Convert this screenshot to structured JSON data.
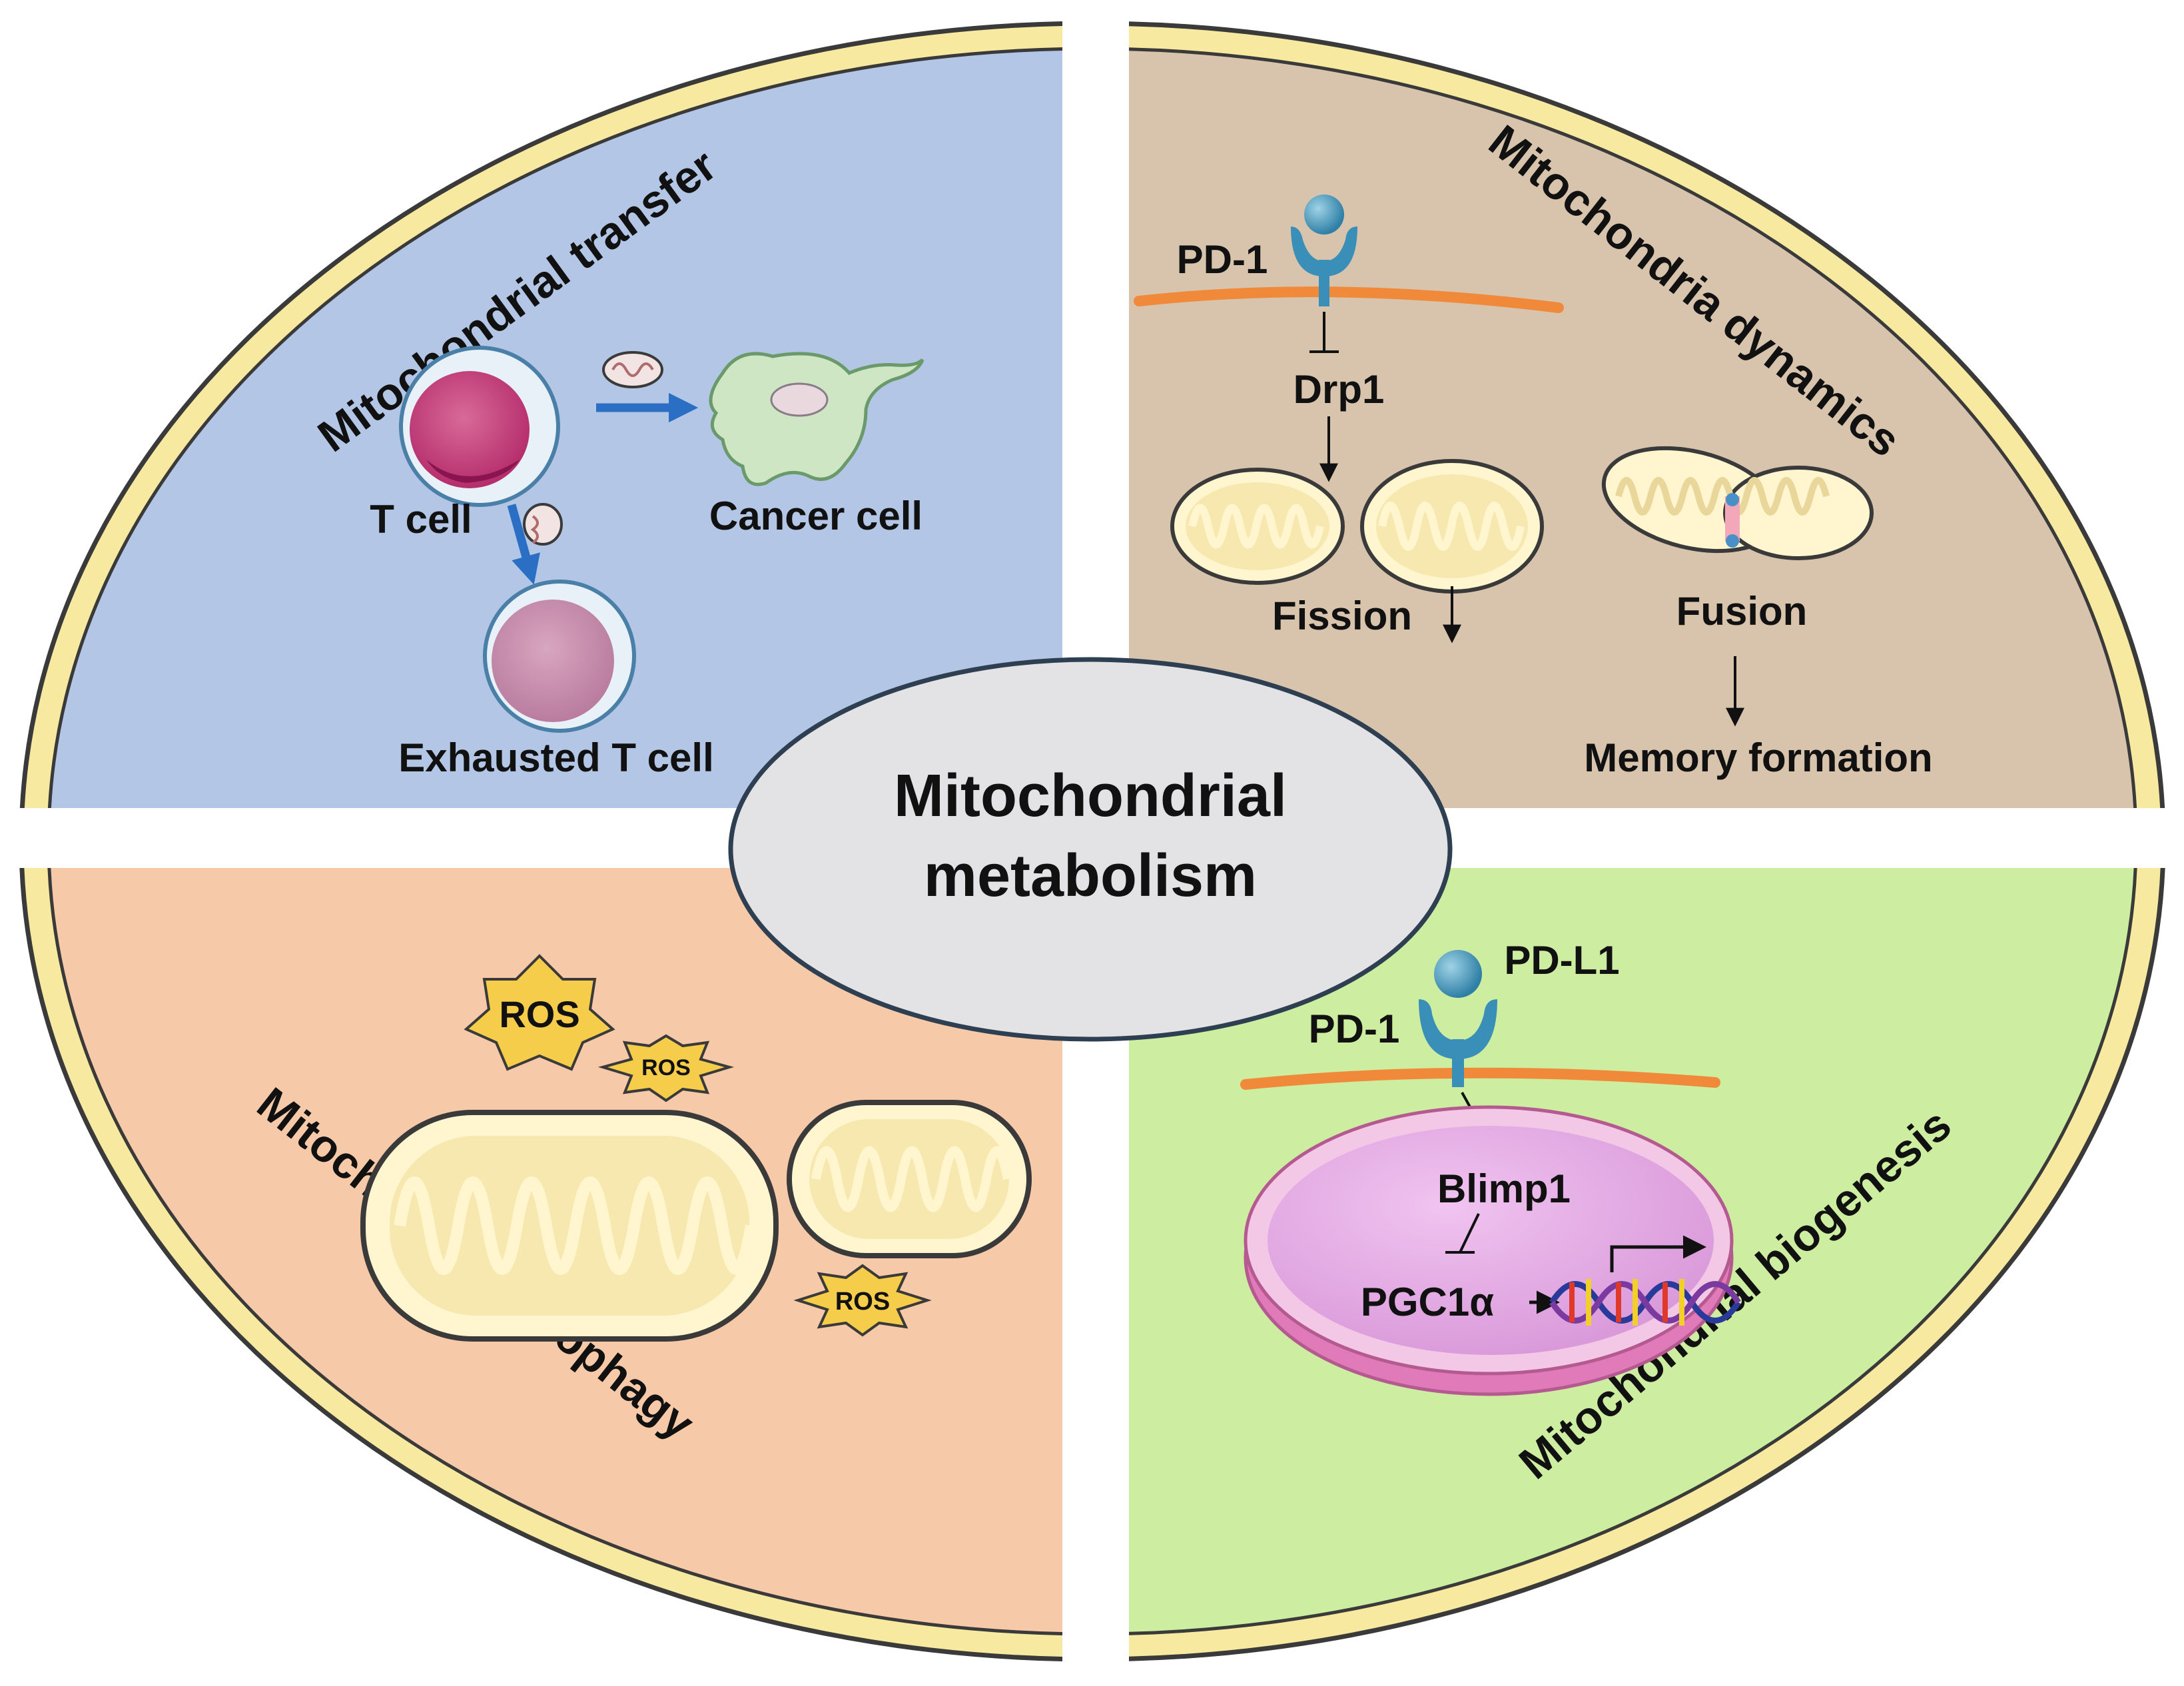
{
  "center": {
    "line1": "Mitochondrial",
    "line2": "metabolism"
  },
  "quadrants": {
    "transfer": {
      "title": "Mitochondrial transfer",
      "t_cell": "T cell",
      "cancer_cell": "Cancer cell",
      "exhausted_t_cell": "Exhausted T cell",
      "color": "#b3c6e5"
    },
    "dynamics": {
      "title": "Mitochondria dynamics",
      "pd1": "PD-1",
      "drp1": "Drp1",
      "fission": "Fission",
      "fusion": "Fusion",
      "memory": "Memory formation",
      "color": "#d8c4ad"
    },
    "autophagy": {
      "title": "Mitochondrial autophagy",
      "ros_large": "ROS",
      "ros_small_1": "ROS",
      "ros_small_2": "ROS",
      "color": "#f6c9a8"
    },
    "biogenesis": {
      "title": "Mitochondrial biogenesis",
      "pdl1": "PD-L1",
      "pd1": "PD-1",
      "blimp1": "Blimp1",
      "pgc1a": "PGC1α",
      "color": "#cdeea0"
    }
  },
  "colors": {
    "rim": "#f7e9a0",
    "rim_stroke": "#3a3a3a",
    "center_fill": "#e3e3e6",
    "membrane": "#f08a3a",
    "receptor": "#3a8fb8",
    "arrow_blue": "#2a6fc4",
    "mito_fill": "#fff5cf",
    "mito_crista": "#f3e3a4"
  }
}
